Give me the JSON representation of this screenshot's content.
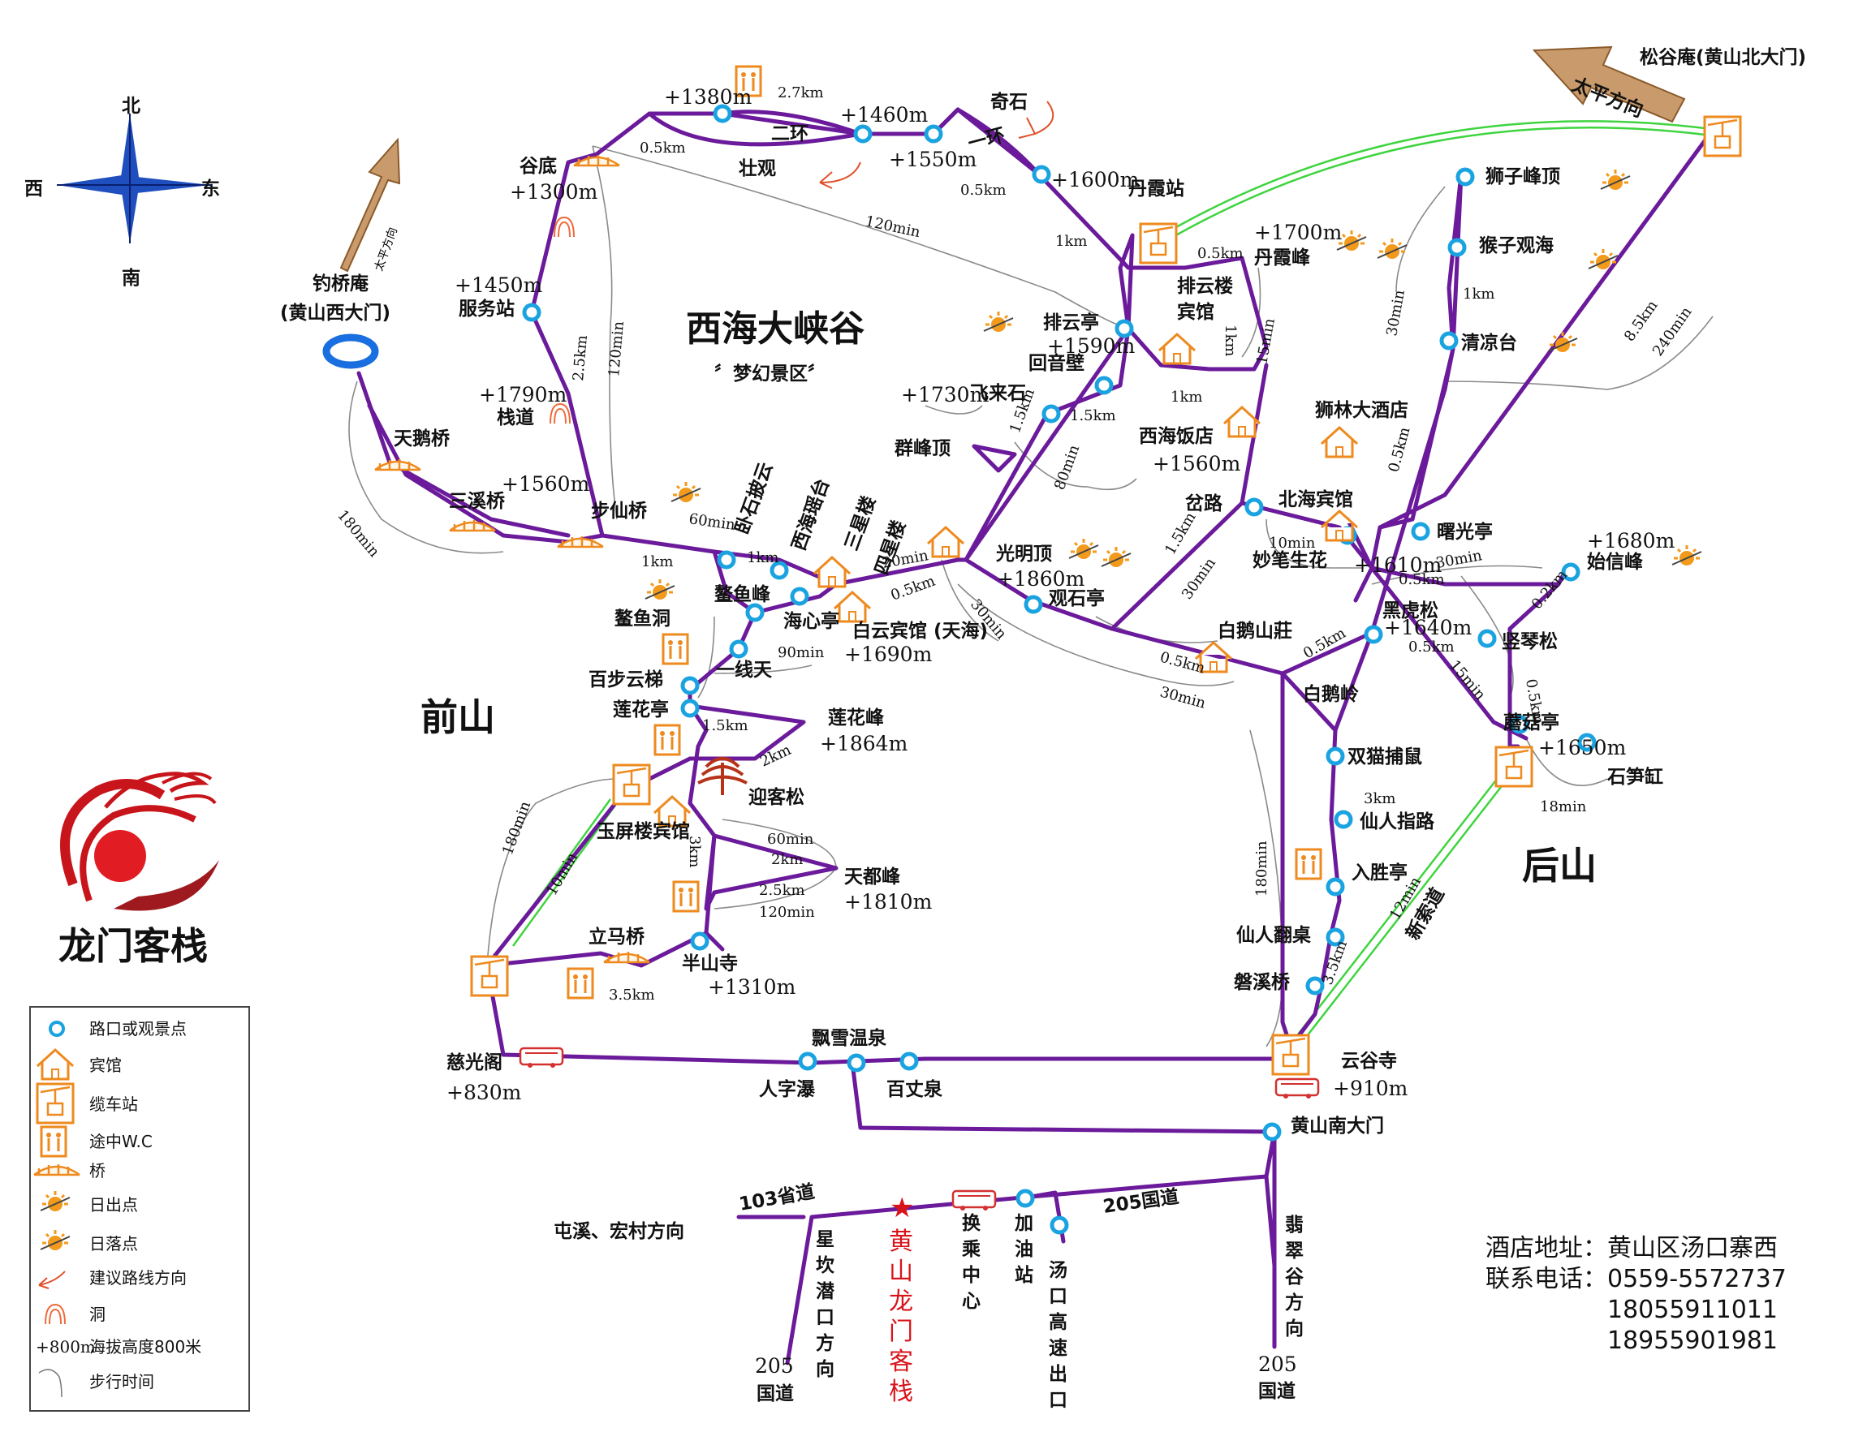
{
  "title": {
    "main": "西海大峡谷",
    "sub": "〞梦幻景区〞"
  },
  "regions": {
    "front": "前山",
    "back": "后山"
  },
  "compass": {
    "north": "北",
    "south": "南",
    "east": "东",
    "west": "西"
  },
  "brand": {
    "name": "龙门客栈",
    "vertical_name": [
      "黄",
      "山",
      "龙",
      "门",
      "客",
      "栈"
    ]
  },
  "gates": {
    "west_gate_name": "钓桥庵",
    "west_gate_sub": "(黄山西大门)",
    "west_arrow_text": "太平方向",
    "north_gate": "松谷庵(黄山北大门)",
    "north_arrow_text": "太平方向",
    "south_gate": "黄山南大门"
  },
  "labels": {
    "gudi": "谷底",
    "fuwuzhan": "服务站",
    "zhandao": "栈道",
    "tianeqiao": "天鹅桥",
    "sanxiqiao": "三溪桥",
    "buxianqiao": "步仙桥",
    "erhuan": "二环",
    "zhuangguan": "壮观",
    "yihuan": "一环",
    "qishi": "奇石",
    "danxiazhan": "丹霞站",
    "danxiafeng": "丹霞峰",
    "paiyunlou": [
      "排云楼",
      "宾馆"
    ],
    "paiyunting": "排云亭",
    "huiyinbi": "回音壁",
    "feilaishi": "飞来石",
    "qunfengding": "群峰顶",
    "xihaifandian": "西海饭店",
    "shilin": "狮林大酒店",
    "beihai": "北海宾馆",
    "chalu": "岔路",
    "miaobi": "妙笔生花",
    "guangmingding": "光明顶",
    "guanshiting": "观石亭",
    "baiyun": "白云宾馆 (天海)",
    "woshipiyun": "卧石披云",
    "xihaiyaotai": "西海瑶台",
    "sanxinglou": "三星楼",
    "sixinglou": "四星楼",
    "aoyufeng": "鳌鱼峰",
    "aoyudong": "鳌鱼洞",
    "haixinting": "海心亭",
    "yixiantian": "一线天",
    "baibuyunti": "百步云梯",
    "lianhuating": "莲花亭",
    "lianhuafeng": "莲花峰",
    "yingkesong": "迎客松",
    "yupinglou": "玉屏楼宾馆",
    "tiandufeng": "天都峰",
    "limaqiao": "立马桥",
    "banshansi": "半山寺",
    "ciguangge": "慈光阁",
    "renzipu": "人字瀑",
    "piaoxue": "飘雪温泉",
    "baizhangquan": "百丈泉",
    "yungusi": "云谷寺",
    "shizifeng": "狮子峰顶",
    "houziguanhai": "猴子观海",
    "qingliangtai": "清凉台",
    "shuguangting": "曙光亭",
    "shixinfeng": "始信峰",
    "heihusong": "黑虎松",
    "shuqinsong": "竖琴松",
    "moguting": "蘑菇亭",
    "shisungang": "石笋缸",
    "baiezhuang": "白鹅山莊",
    "baieling": "白鹅岭",
    "shuangmao": "双猫捕鼠",
    "xianrenzhilu": "仙人指路",
    "rushengting": "入胜亭",
    "xianrenfanzhuo": "仙人翻桌",
    "panxiqiao": "磐溪桥",
    "xinsuodao": "新索道",
    "road103": "103省道",
    "road205a": "205国道",
    "road205b": "205",
    "road205c": "国道",
    "road205d": "205",
    "road205e": "国道",
    "tunxi": "屯溪、宏村方向",
    "xingkan": [
      "星",
      "坎",
      "潜",
      "口",
      "方",
      "向"
    ],
    "huancheng": [
      "换",
      "乘",
      "中",
      "心"
    ],
    "jiayouzhan": [
      "加",
      "油",
      "站"
    ],
    "tangkou": [
      "汤",
      "口",
      "高",
      "速",
      "出",
      "口"
    ],
    "feicui": [
      "翡",
      "翠",
      "谷",
      "方",
      "向"
    ]
  },
  "altitudes": {
    "a1380": "+1380m",
    "a1460": "+1460m",
    "a1550": "+1550m",
    "a1600": "+1600m",
    "a1300": "+1300m",
    "a1450": "+1450m",
    "a1790": "+1790m",
    "a1560w": "+1560m",
    "a1700": "+1700m",
    "a1590": "+1590m",
    "a1730": "+1730m",
    "a1560e": "+1560m",
    "a1860": "+1860m",
    "a1690": "+1690m",
    "a1864": "+1864m",
    "a1810": "+1810m",
    "a1310": "+1310m",
    "a830": "+830m",
    "a910": "+910m",
    "a1610": "+1610m",
    "a1640": "+1640m",
    "a1680": "+1680m",
    "a1650": "+1650m"
  },
  "distances": {
    "d27": "2.7km",
    "d05a": "0.5km",
    "d05b": "0.5km",
    "d1a": "1km",
    "t120a": "120min",
    "d05c": "0.5km",
    "d25": "2.5km",
    "t120b": "120min",
    "t180": "180min",
    "t60": "60min",
    "d1b": "1km",
    "d1c": "1km",
    "t20": "20min",
    "d05d": "0.5km",
    "d15a": "1.5km",
    "d15b": "1.5km",
    "t80": "80min",
    "d1d": "1km",
    "d1e": "1km",
    "t15a": "15min",
    "t30a": "30min",
    "d15c": "1.5km",
    "t30b": "30min",
    "t10": "10min",
    "d05e": "0.5km",
    "t30c": "30min",
    "t30d": "30min",
    "d05f": "0.5km",
    "d05g": "0.5km",
    "d02": "0.2km",
    "t30e": "30min",
    "d05h": "0.5km",
    "t15b": "15min",
    "d05i": "0.5km",
    "t18": "18min",
    "d1f": "1km",
    "d85": "8.5km",
    "t240": "240min",
    "t90": "90min",
    "d15d": "1.5km",
    "d2a": "2km",
    "t180b": "180min",
    "t10b": "10min",
    "t60b": "60min",
    "d2b": "2km",
    "d3a": "3km",
    "d25b": "2.5km",
    "t120c": "120min",
    "d35a": "3.5km",
    "d3b": "3km",
    "t180c": "180min",
    "t12": "12min",
    "d35b": "3.5km",
    "t30f": "30min",
    "d05j": "0.5km"
  },
  "legend": {
    "items": [
      {
        "icon": "node-icon",
        "label": "路口或观景点"
      },
      {
        "icon": "hotel-icon",
        "label": "宾馆"
      },
      {
        "icon": "cable-car-icon",
        "label": "缆车站"
      },
      {
        "icon": "toilet-icon",
        "label": "途中W.C"
      },
      {
        "icon": "bridge-icon",
        "label": "桥"
      },
      {
        "icon": "sunrise-icon",
        "label": "日出点"
      },
      {
        "icon": "sunset-icon",
        "label": "日落点"
      },
      {
        "icon": "route-arrow-icon",
        "label": "建议路线方向"
      },
      {
        "icon": "cave-icon",
        "label": "洞"
      },
      {
        "icon": "altitude-text",
        "prefix": "+800m",
        "label": "海拔高度800米"
      },
      {
        "icon": "walk-time-icon",
        "label": "步行时间"
      }
    ]
  },
  "contact": {
    "address": "酒店地址：黄山区汤口寨西",
    "phone_label": "联系电话：",
    "phones": [
      "0559-5572737",
      "18055911011",
      "18955901981"
    ]
  },
  "colors": {
    "path": "#6a1a9a",
    "node": "#1aa3e0",
    "icon": "#ee8a1e",
    "cable": "#3fd43f",
    "brand_red": "#d8141b"
  }
}
